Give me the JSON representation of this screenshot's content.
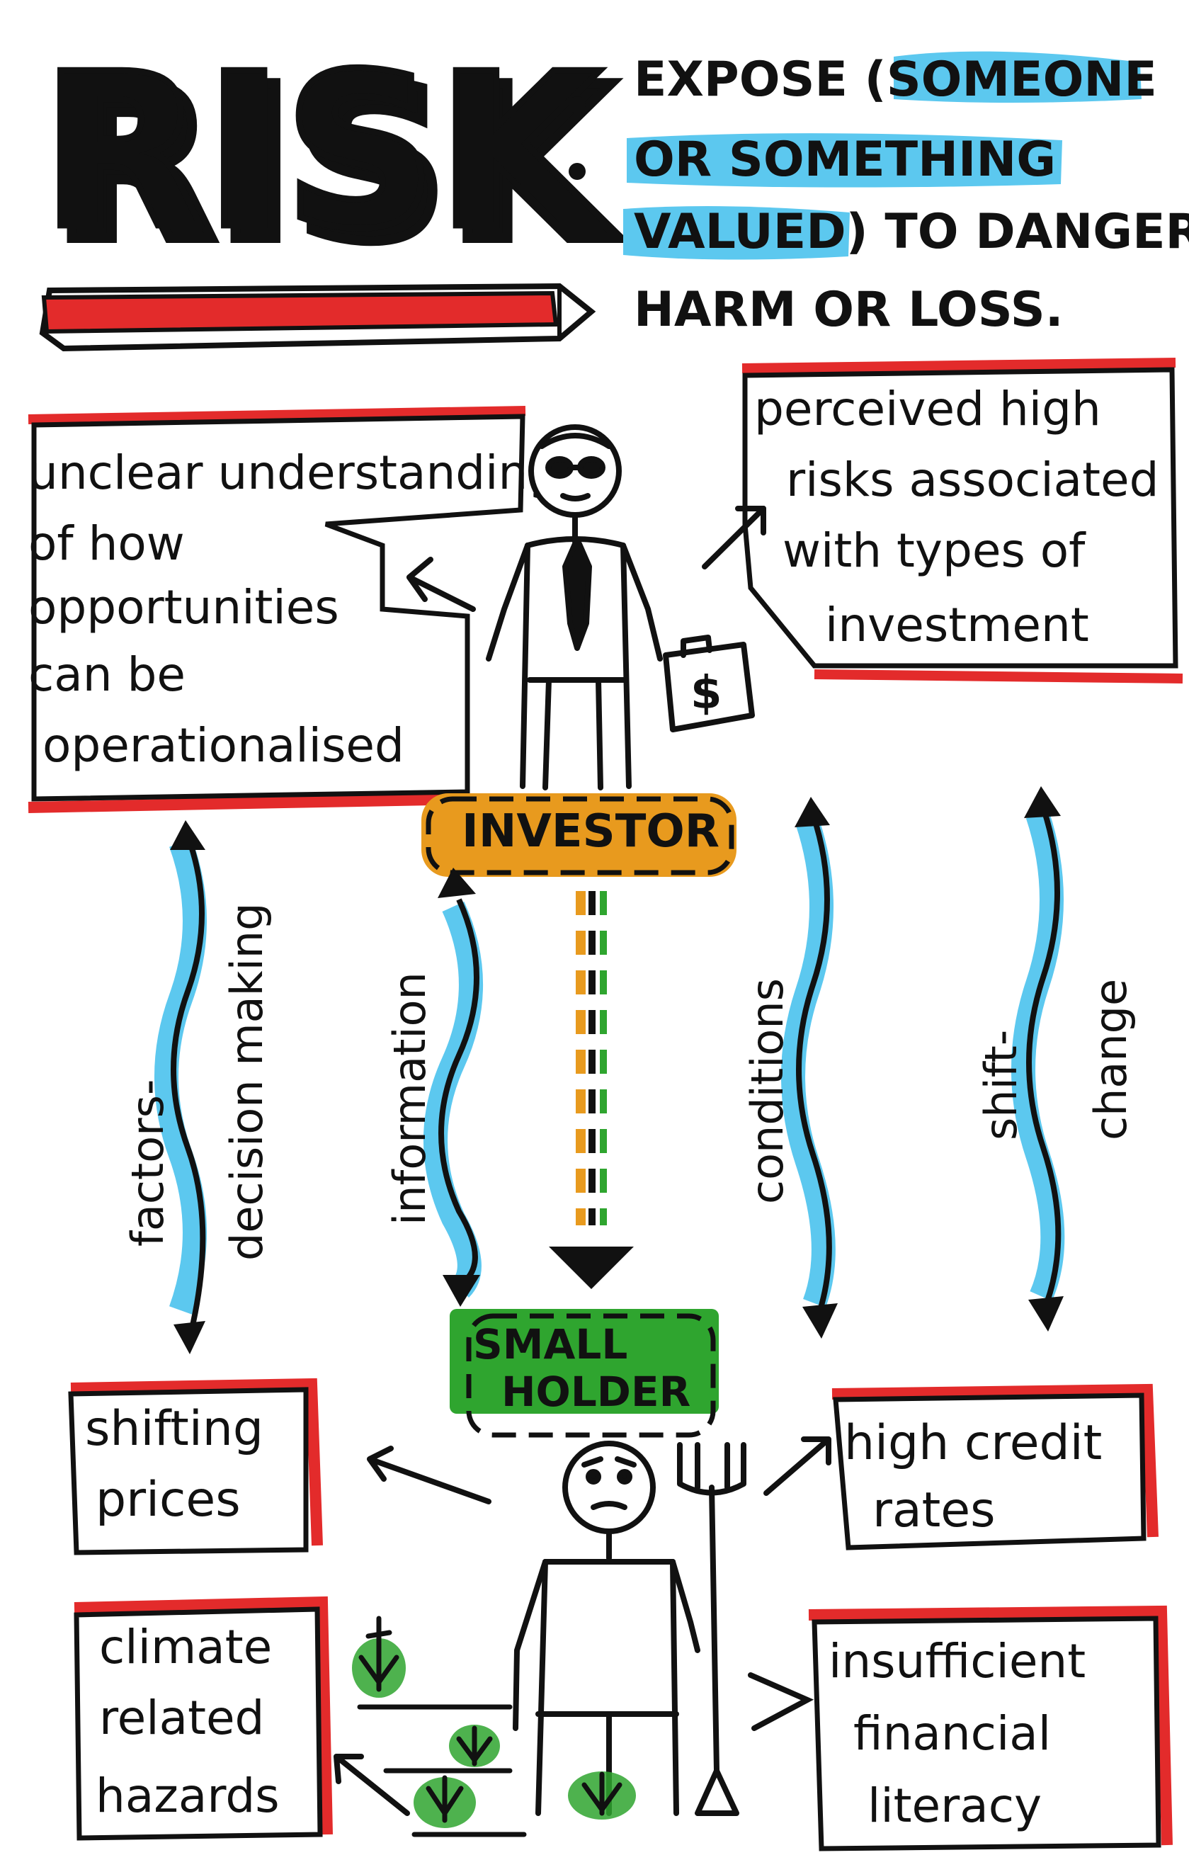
{
  "title": {
    "word": "RISK"
  },
  "definition": {
    "lines": [
      "EXPOSE (SOMEONE",
      "OR SOMETHING",
      "VALUED) TO DANGER,",
      "HARM OR LOSS."
    ]
  },
  "investor": {
    "label": "INVESTOR",
    "briefcase_symbol": "$",
    "note_left": [
      "unclear understanding",
      "of how",
      "opportunities",
      "can be",
      "operationalised"
    ],
    "note_right": [
      "perceived high",
      "risks associated",
      "with types of",
      "investment"
    ]
  },
  "arrows": {
    "factors": [
      "factors-",
      "decision making"
    ],
    "information": "information",
    "conditions": "conditions",
    "shift": [
      "shift-",
      "change"
    ]
  },
  "smallholder": {
    "label": [
      "SMALL",
      "HOLDER"
    ],
    "notes": {
      "shifting_prices": [
        "shifting",
        "prices"
      ],
      "high_credit": [
        "high credit",
        "rates"
      ],
      "climate": [
        "climate",
        "related",
        "hazards"
      ],
      "literacy": [
        "insufficient",
        "financial",
        "literacy"
      ]
    }
  },
  "colors": {
    "red": "#e32b2b",
    "blue": "#5cc8ef",
    "orange": "#e89a1e",
    "green": "#2fa52f",
    "ink": "#111111"
  }
}
